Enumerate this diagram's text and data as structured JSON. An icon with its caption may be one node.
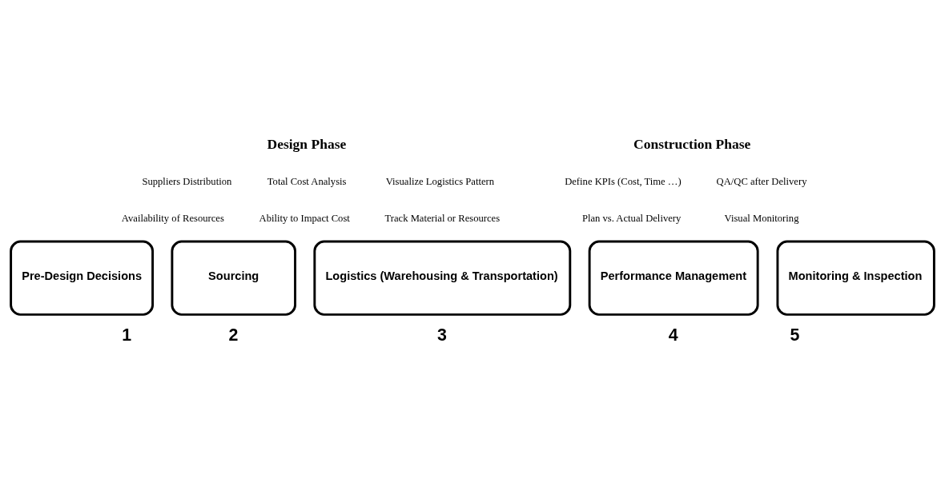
{
  "diagram": {
    "nodes": [
      {
        "text": [
          "Pre-Design Decisions"
        ],
        "beside": [
          "Suppliers Distribution",
          "Availability of Resources",
          "1"
        ]
      },
      {
        "text": [
          "Sourcing"
        ],
        "beside": [
          "Total Cost Analysis",
          "Ability to Impact Cost",
          "2"
        ]
      },
      {
        "text": [
          "Logistics (Warehousing & Transportation)"
        ],
        "beside": [
          "Visualize Logistics Pattern",
          "Track Material or Resources",
          "3"
        ]
      },
      {
        "text": [
          "Performance Management"
        ],
        "beside": [
          "Define KPIs (Cost, Time …)",
          "Plan vs. Actual Delivery",
          "4"
        ]
      },
      {
        "text": [
          "Monitoring & Inspection"
        ],
        "beside": [
          "QA/QC after Delivery",
          "Visual Monitoring",
          "5"
        ]
      }
    ],
    "labels": [
      "Design Phase",
      "Construction Phase"
    ]
  }
}
